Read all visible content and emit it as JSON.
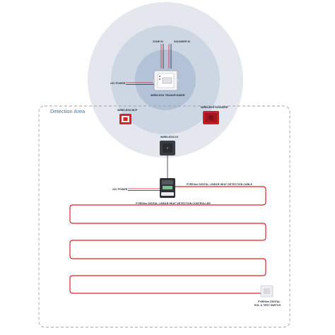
{
  "detection_area": {
    "title": "Detection Area"
  },
  "labels": {
    "zone_in": "ZONE IN",
    "sounder_in": "SOUNDER IN",
    "power_top": "24V POWER",
    "transponder": "WIRELESS TRANSPONDER",
    "mcp": "WIRELESS MCP",
    "sounder": "WIRELESS SOUNDER",
    "io": "WIRELESS I/O",
    "cable": "FYREline DIGITAL LINEAR HEAT DETECTION CABLE",
    "power_bottom": "24V POWER",
    "controller": "FYREline DIGITAL LINEAR HEAT DETECTION CONTROLLER",
    "eol_line1": "FYREline DIGITAL",
    "eol_line2": "EOL & TEST SWITCH"
  },
  "colors": {
    "cable": "#e32127",
    "outer_circle": "#e4e7ee",
    "middle_circle": "#cdd6e3",
    "inner_circle": "#b3c2d6",
    "area_border": "#9aa2ad",
    "area_title": "#3f78a8",
    "sounder_red": "#c81e24",
    "io_dark": "#3a3d42"
  },
  "icons": {
    "transponder": "transponder-box-icon",
    "mcp": "manual-call-point-icon",
    "sounder": "sounder-icon",
    "io": "io-module-icon",
    "controller": "controller-box-icon",
    "eol": "eol-switch-icon"
  }
}
